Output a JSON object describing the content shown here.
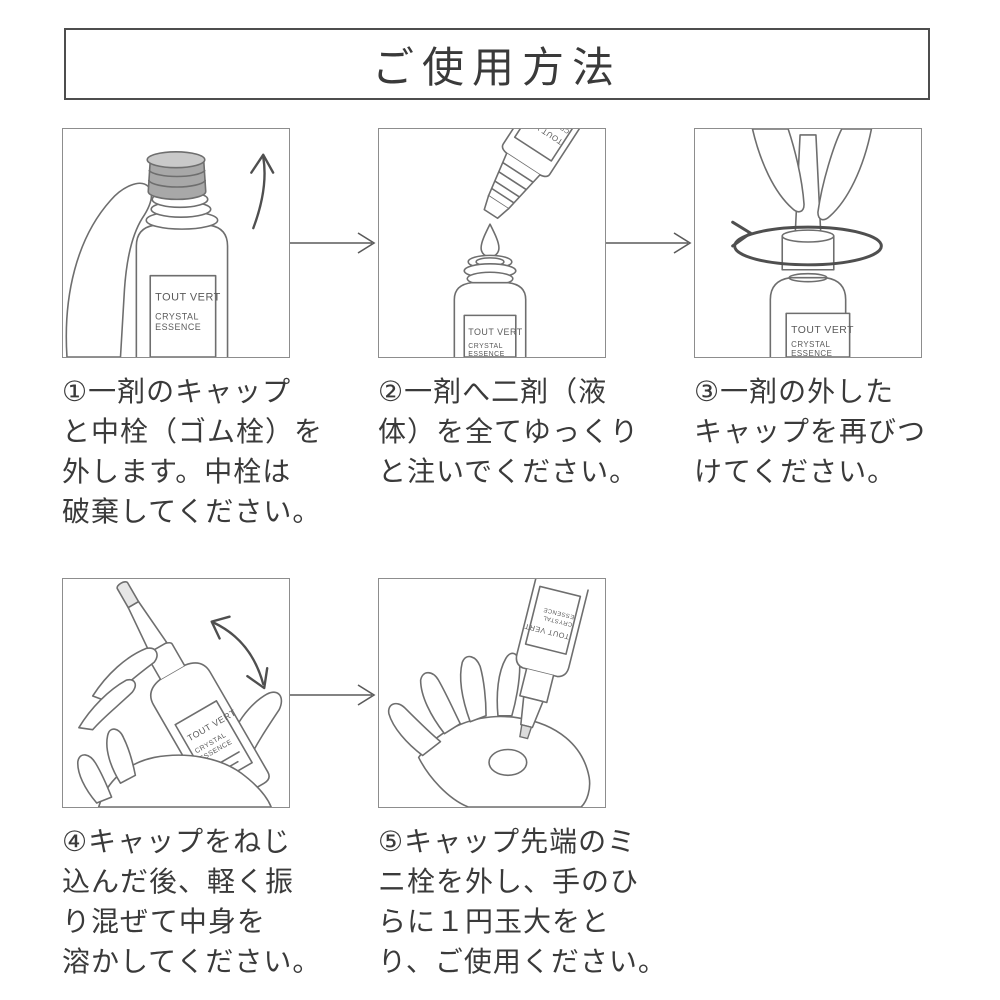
{
  "title": "ご使用方法",
  "brand": {
    "name": "TOUT VERT",
    "product_line1": "CRYSTAL",
    "product_line2": "ESSENCE"
  },
  "colors": {
    "text": "#3a3a3a",
    "title_border": "#4d4d4d",
    "panel_border": "#8d8d8d",
    "line_art": "#6e6e6e",
    "cap_fill": "#a8a8a8"
  },
  "icons": {
    "flow_arrow": "→",
    "lift_arrow": "↑",
    "rotate_arrow": "⟲",
    "shake_arrow": "↔"
  },
  "steps": [
    {
      "id": "1",
      "illustration": "remove-cap-and-inner-stopper",
      "caption_lines": [
        "①一剤のキャップ",
        "と中栓（ゴム栓）を",
        "外します。中栓は",
        "破棄してください。"
      ]
    },
    {
      "id": "2",
      "illustration": "pour-second-agent-into-first",
      "caption_lines": [
        "②一剤へ二剤（液",
        "体）を全てゆっくり",
        "と注いでください。"
      ]
    },
    {
      "id": "3",
      "illustration": "reattach-cap",
      "caption_lines": [
        "③一剤の外した",
        "キャップを再びつ",
        "けてください。"
      ]
    },
    {
      "id": "4",
      "illustration": "shake-to-dissolve",
      "caption_lines": [
        "④キャップをねじ",
        "込んだ後、軽く振",
        "り混ぜて中身を",
        "溶かしてください。"
      ]
    },
    {
      "id": "5",
      "illustration": "dispense-on-palm",
      "caption_lines": [
        "⑤キャップ先端のミ",
        "ニ栓を外し、手のひ",
        "らに１円玉大をと",
        "り、ご使用ください。"
      ]
    }
  ]
}
